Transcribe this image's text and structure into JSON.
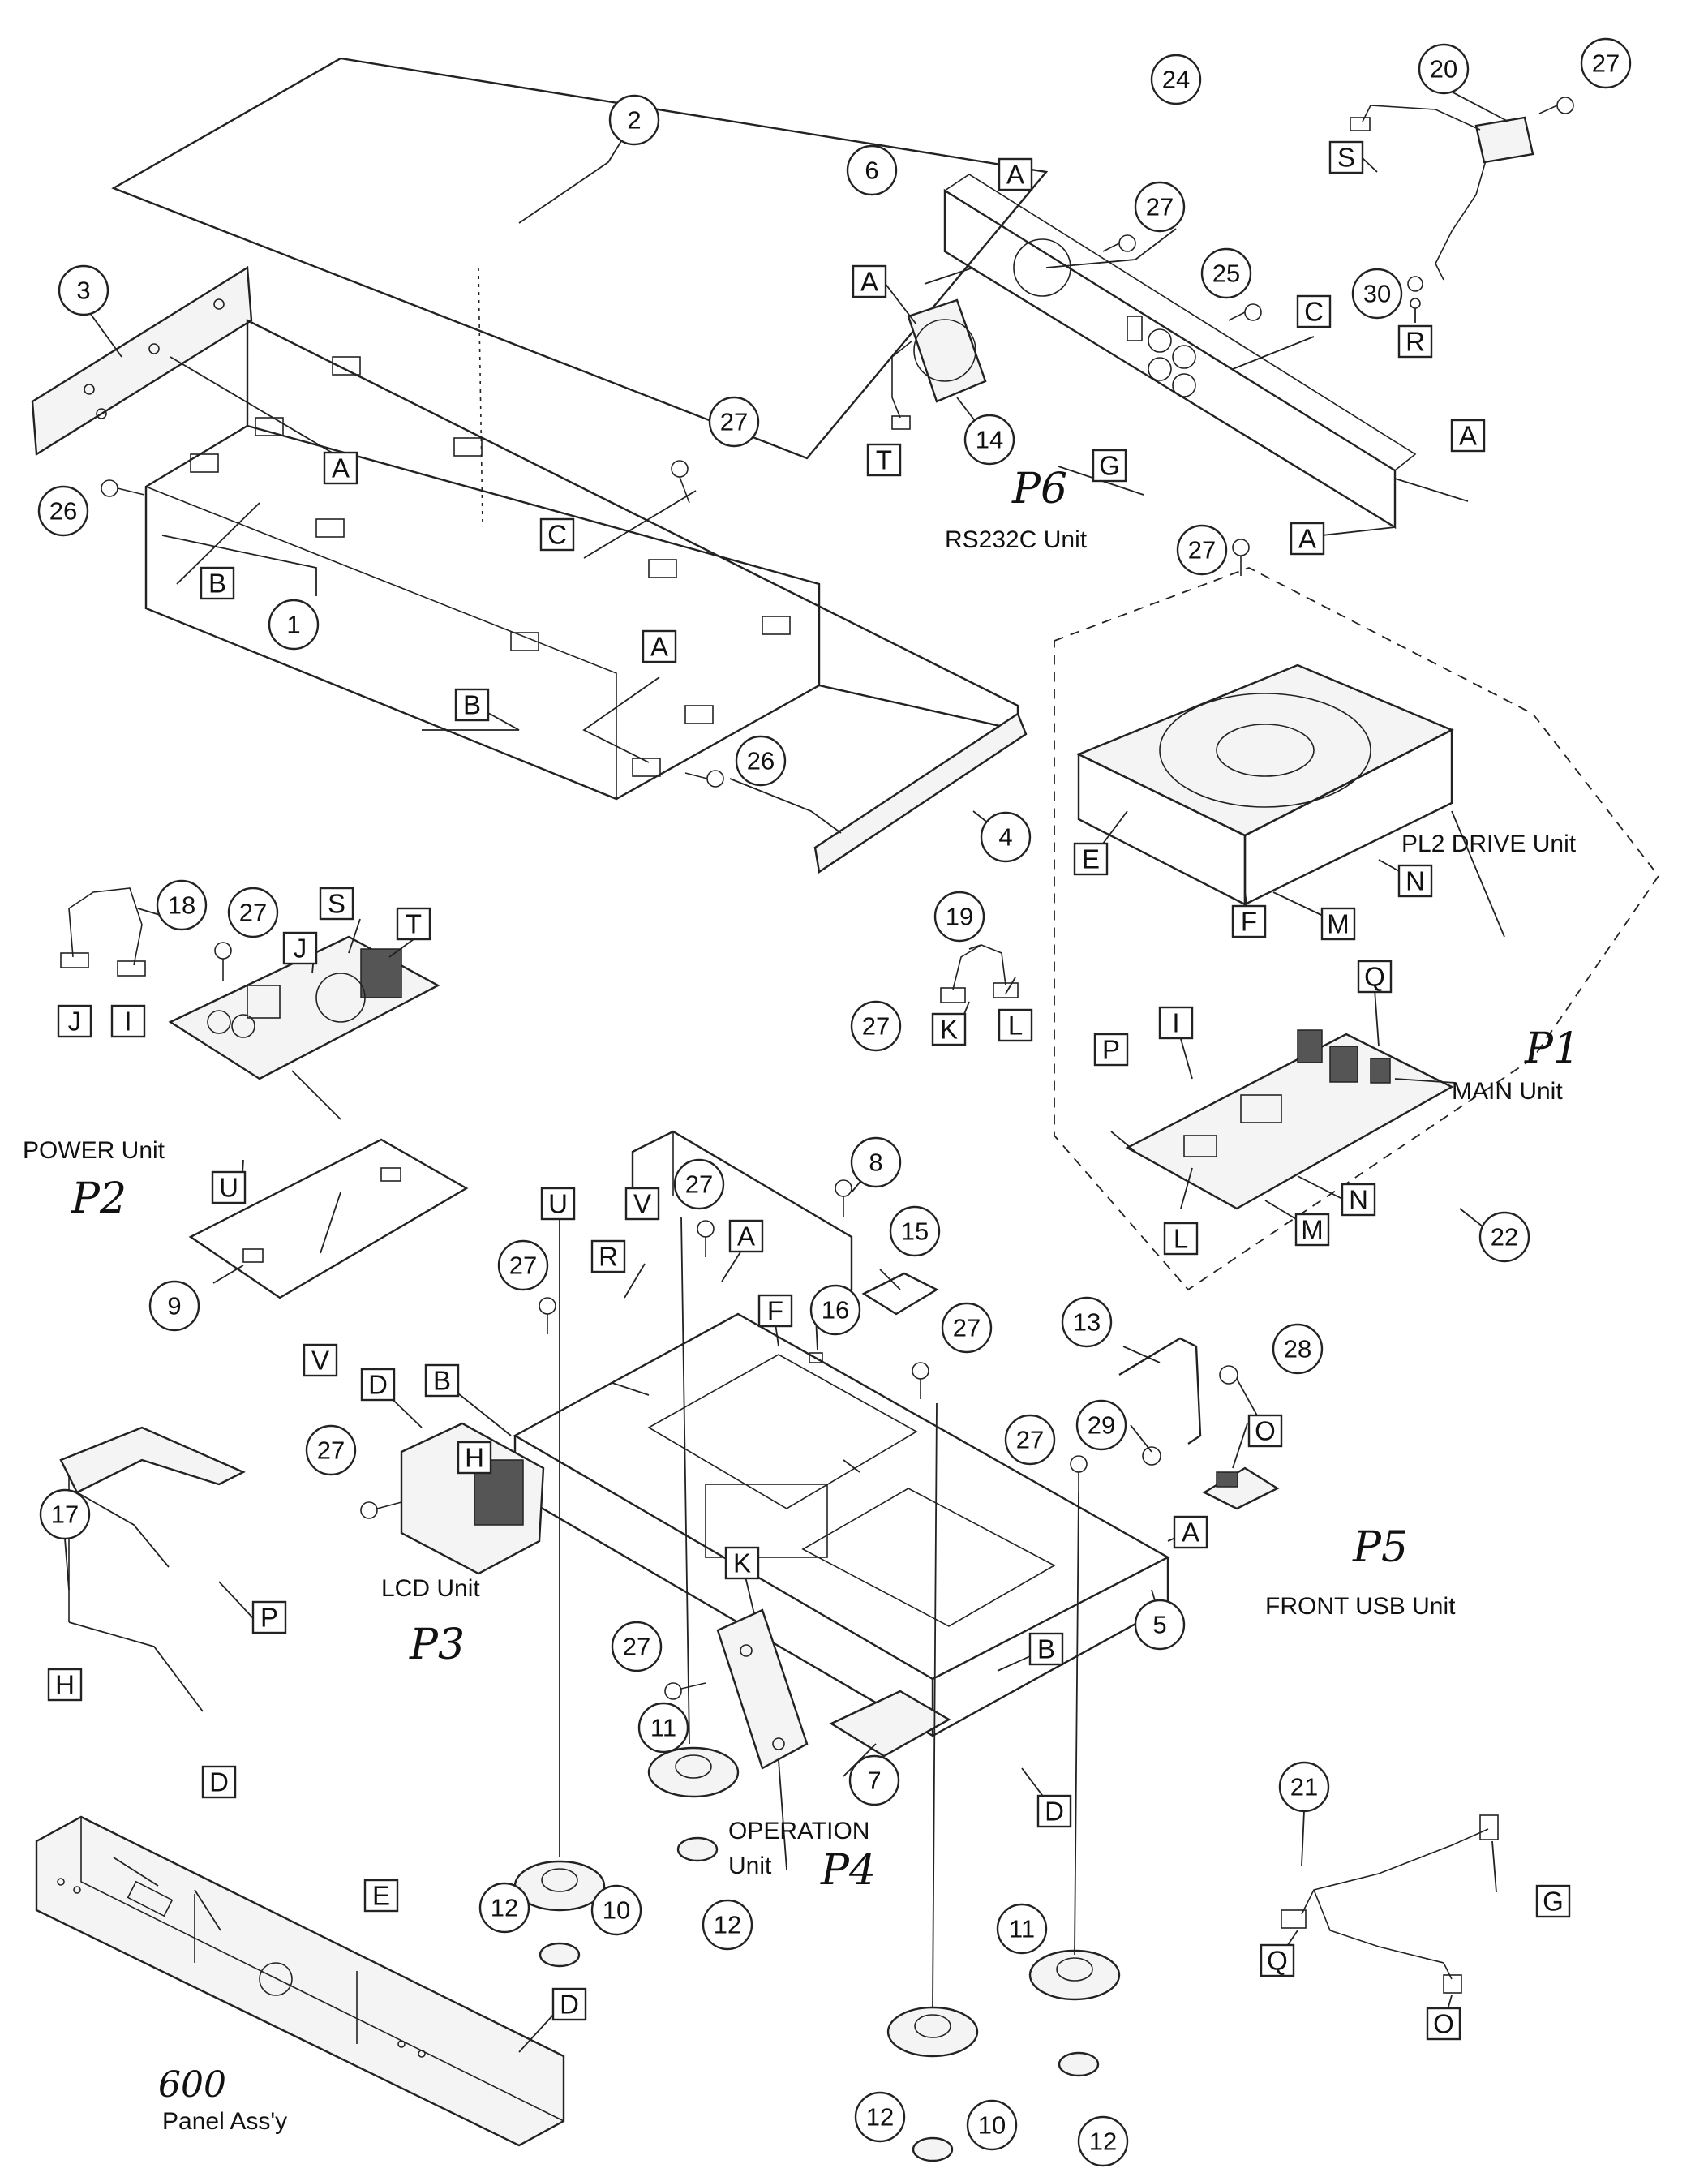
{
  "callouts": {
    "c1": "1",
    "c2": "2",
    "c3": "3",
    "c4": "4",
    "c5": "5",
    "c6": "6",
    "c7": "7",
    "c8": "8",
    "c9": "9",
    "c10": "10",
    "c11": "11",
    "c12": "12",
    "c13": "13",
    "c14": "14",
    "c15": "15",
    "c16": "16",
    "c17": "17",
    "c18": "18",
    "c19": "19",
    "c20": "20",
    "c21": "21",
    "c22": "22",
    "c24": "24",
    "c25": "25",
    "c26": "26",
    "c27": "27",
    "c28": "28",
    "c29": "29",
    "c30": "30"
  },
  "connectors": {
    "A": "A",
    "B": "B",
    "C": "C",
    "D": "D",
    "E": "E",
    "F": "F",
    "G": "G",
    "H": "H",
    "I": "I",
    "J": "J",
    "K": "K",
    "L": "L",
    "M": "M",
    "N": "N",
    "O": "O",
    "P": "P",
    "Q": "Q",
    "R": "R",
    "S": "S",
    "T": "T",
    "U": "U",
    "V": "V"
  },
  "unit_labels": {
    "rs232c": "RS232C Unit",
    "pl2_drive": "PL2 DRIVE Unit",
    "main": "MAIN Unit",
    "power": "POWER Unit",
    "lcd": "LCD Unit",
    "front_usb": "FRONT USB Unit",
    "operation_line1": "OPERATION",
    "operation_line2": "Unit",
    "panel": "Panel Ass'y"
  },
  "handwritten": {
    "p1": "P1",
    "p2": "P2",
    "p3": "P3",
    "p4": "P4",
    "p5": "P5",
    "p6": "P6",
    "panel_number": "600"
  }
}
